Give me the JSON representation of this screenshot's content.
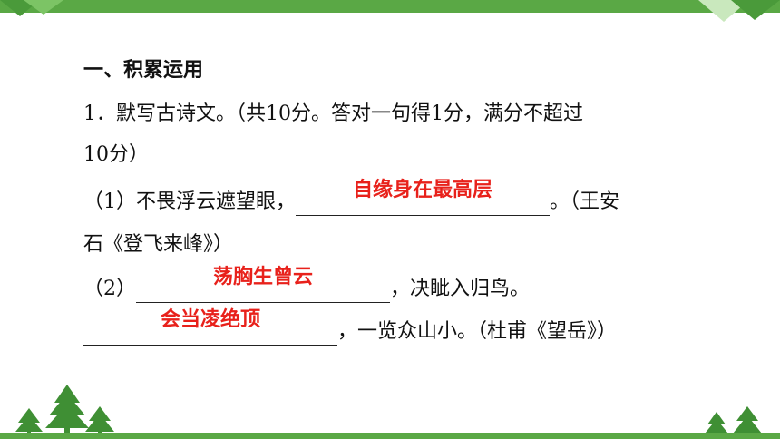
{
  "section": {
    "title": "一、积累运用"
  },
  "question1": {
    "line1": "1．默写古诗文。（共10分。答对一句得1分，满分不超过",
    "line2": "10分）"
  },
  "item1": {
    "prefix": "（1）不畏浮云遮望眼，",
    "answer": "自缘身在最高层",
    "suffix": "。（王安",
    "line2": "石《登飞来峰》）"
  },
  "item2": {
    "prefix": "（2）",
    "answer1": "荡胸生曾云",
    "mid": "，决眦入归鸟。",
    "answer2": "会当凌绝顶",
    "suffix": "，一览众山小。（杜甫《望岳》）"
  },
  "colors": {
    "accent_green": "#5aa845",
    "answer_red": "#e8211b"
  }
}
